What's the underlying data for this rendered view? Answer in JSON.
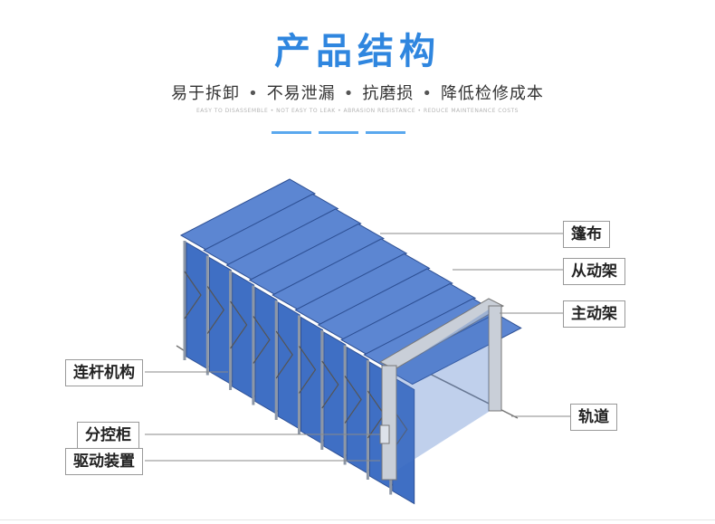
{
  "header": {
    "title": "产品结构",
    "features": [
      "易于拆卸",
      "不易泄漏",
      "抗磨损",
      "降低检修成本"
    ],
    "feature_separator": "•",
    "english_line": "EASY TO DISASSEMBLE • NOT EASY TO LEAK • ABRASION RESISTANCE • REDUCE MAINTENANCE COSTS"
  },
  "labels": {
    "canvas": "篷布",
    "driven_frame": "从动架",
    "main_frame": "主动架",
    "track": "轨道",
    "linkage": "连杆机构",
    "control_cabinet": "分控柜",
    "drive_device": "驱动装置"
  },
  "colors": {
    "accent": "#2f86df",
    "panel_blue": "#3f6fc4",
    "frame_gray": "#c9cfd8"
  }
}
